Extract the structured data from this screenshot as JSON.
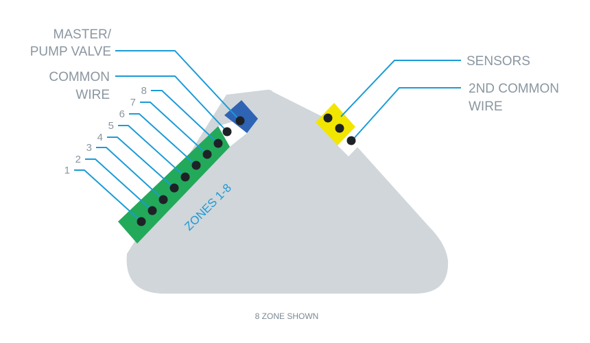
{
  "labels": {
    "master_line1": "MASTER/",
    "master_line2": "PUMP VALVE",
    "common_line1": "COMMON",
    "common_line2": "WIRE",
    "sensors": "SENSORS",
    "second_common_line1": "2ND COMMON",
    "second_common_line2": "WIRE",
    "zones_strip": "ZONES 1-8",
    "caption": "8 ZONE SHOWN"
  },
  "zone_numbers": [
    "1",
    "2",
    "3",
    "4",
    "5",
    "6",
    "7",
    "8"
  ],
  "colors": {
    "background": "#ffffff",
    "controller_body": "#d0d6da",
    "zone_terminal": "#23a95a",
    "master_terminal": "#2f63b4",
    "sensor_terminal": "#f2e600",
    "white_terminal": "#ffffff",
    "wire": "#1a9bd7",
    "label_text": "#8a96a0"
  }
}
